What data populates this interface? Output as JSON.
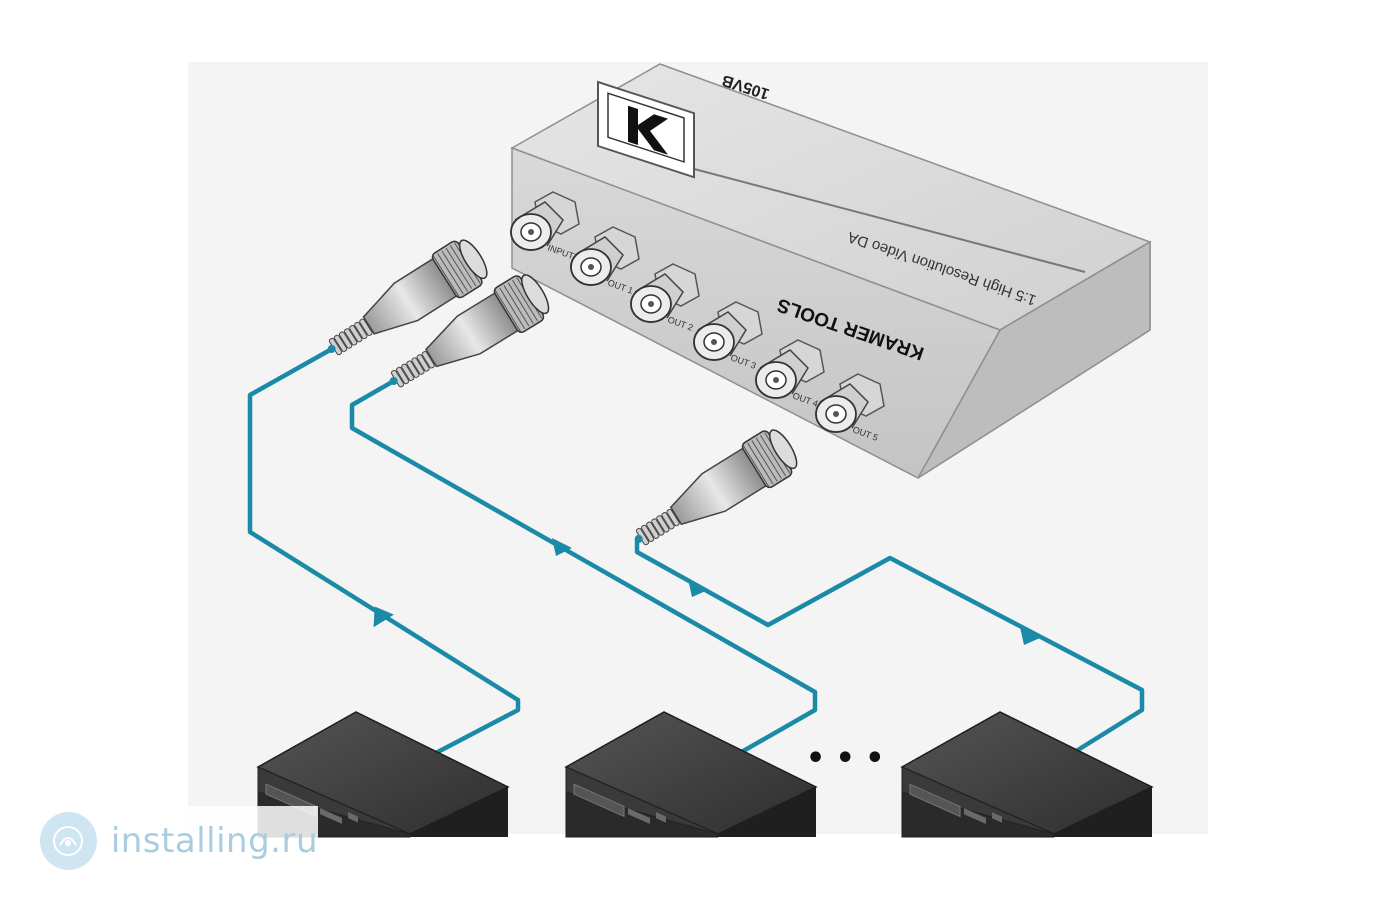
{
  "device": {
    "model": "105VB",
    "brand_line": "KRAMER TOOLS",
    "description": "1:5 High Resolution Video DA",
    "port_labels": [
      "INPUT",
      "OUT 1",
      "OUT 2",
      "OUT 3",
      "OUT 4",
      "OUT 5"
    ]
  },
  "ellipsis": "• • •",
  "watermark": {
    "text": "installing.ru"
  },
  "colors": {
    "cable": "#1a8aa6",
    "device_top": "#dcdcdc",
    "device_front": "#cfcfcf",
    "device_side": "#b9b9b9",
    "dvd_body": "#3b3b3b"
  }
}
